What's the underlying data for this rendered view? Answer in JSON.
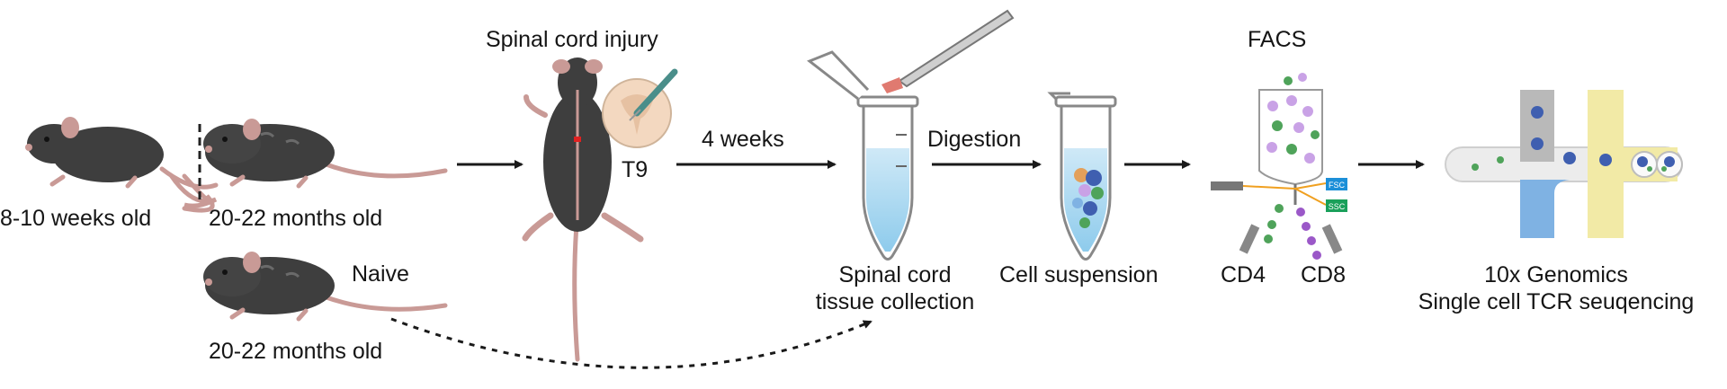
{
  "labels": {
    "young_age": "8-10 weeks old",
    "aged_age": "20-22 months old",
    "naive": "Naive",
    "naive_age": "20-22 months old",
    "sci_title": "Spinal cord injury",
    "level": "T9",
    "interval": "4 weeks",
    "collection_line1": "Spinal cord",
    "collection_line2": "tissue collection",
    "digestion": "Digestion",
    "suspension": "Cell suspension",
    "facs": "FACS",
    "cd4": "CD4",
    "cd8": "CD8",
    "fsc": "FSC",
    "ssc": "SSC",
    "seq_line1": "10x Genomics",
    "seq_line2": "Single cell TCR seuqencing"
  },
  "colors": {
    "mouse_body": "#3e3e3e",
    "mouse_tail": "#c99a96",
    "arrow": "#1a1a1a",
    "tube_liquid": "#a9d8f0",
    "cell_purple": "#c9a2e6",
    "cell_green": "#4fa35a",
    "cell_blue": "#3f5fb0",
    "channel_gray": "#b9b9b9",
    "channel_yellow": "#f2eaa6",
    "channel_blue": "#7fb2e3",
    "injury_red": "#e02020",
    "fsc_blue": "#1c8fd8",
    "ssc_green": "#1aa05a"
  }
}
